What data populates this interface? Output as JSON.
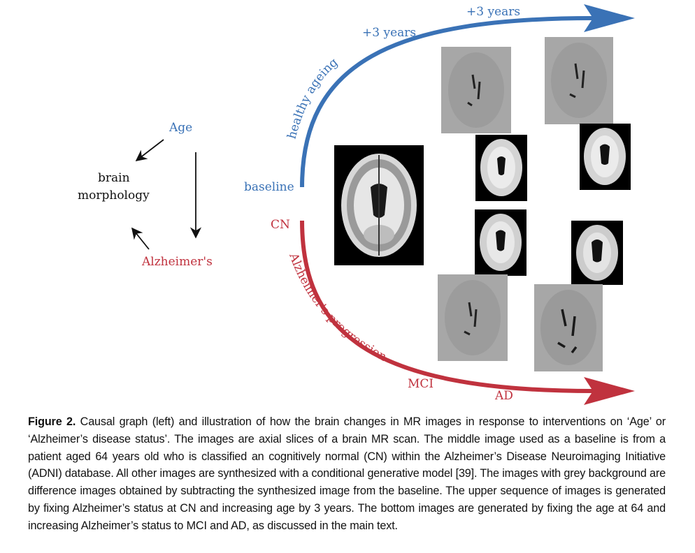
{
  "causal_graph": {
    "age": "Age",
    "brain_line1": "brain",
    "brain_line2": "morphology",
    "alzheimers": "Alzheimer's"
  },
  "upper_branch": {
    "start_label": "baseline",
    "curve_label": "healthy ageing",
    "step1": "+3 years",
    "step2": "+3 years"
  },
  "lower_branch": {
    "start_label": "CN",
    "curve_label": "Alzheimer's progression",
    "step1": "MCI",
    "step2": "AD"
  },
  "caption": {
    "label": "Figure 2.",
    "text": " Causal graph (left) and illustration of how the brain changes in MR images in response to interventions on ‘Age’ or ‘Alzheimer’s disease status’. The images are axial slices of a brain MR scan. The middle image used as a baseline is from a patient aged 64 years old who is classified an cognitively normal (CN) within the Alzheimer’s Disease Neuroimaging Initiative (ADNI) database. All other images are synthesized with a conditional generative model [39]. The images with grey background are difference images obtained by subtracting the synthesized image from the baseline. The upper sequence of images is generated by fixing Alzheimer’s status at CN and increasing age by 3 years. The bottom images are generated by fixing the age at 64 and increasing Alzheimer’s status to MCI and AD, as discussed in the main text."
  },
  "colors": {
    "ageing": "#3a72b6",
    "alzheimers": "#c0323e"
  }
}
